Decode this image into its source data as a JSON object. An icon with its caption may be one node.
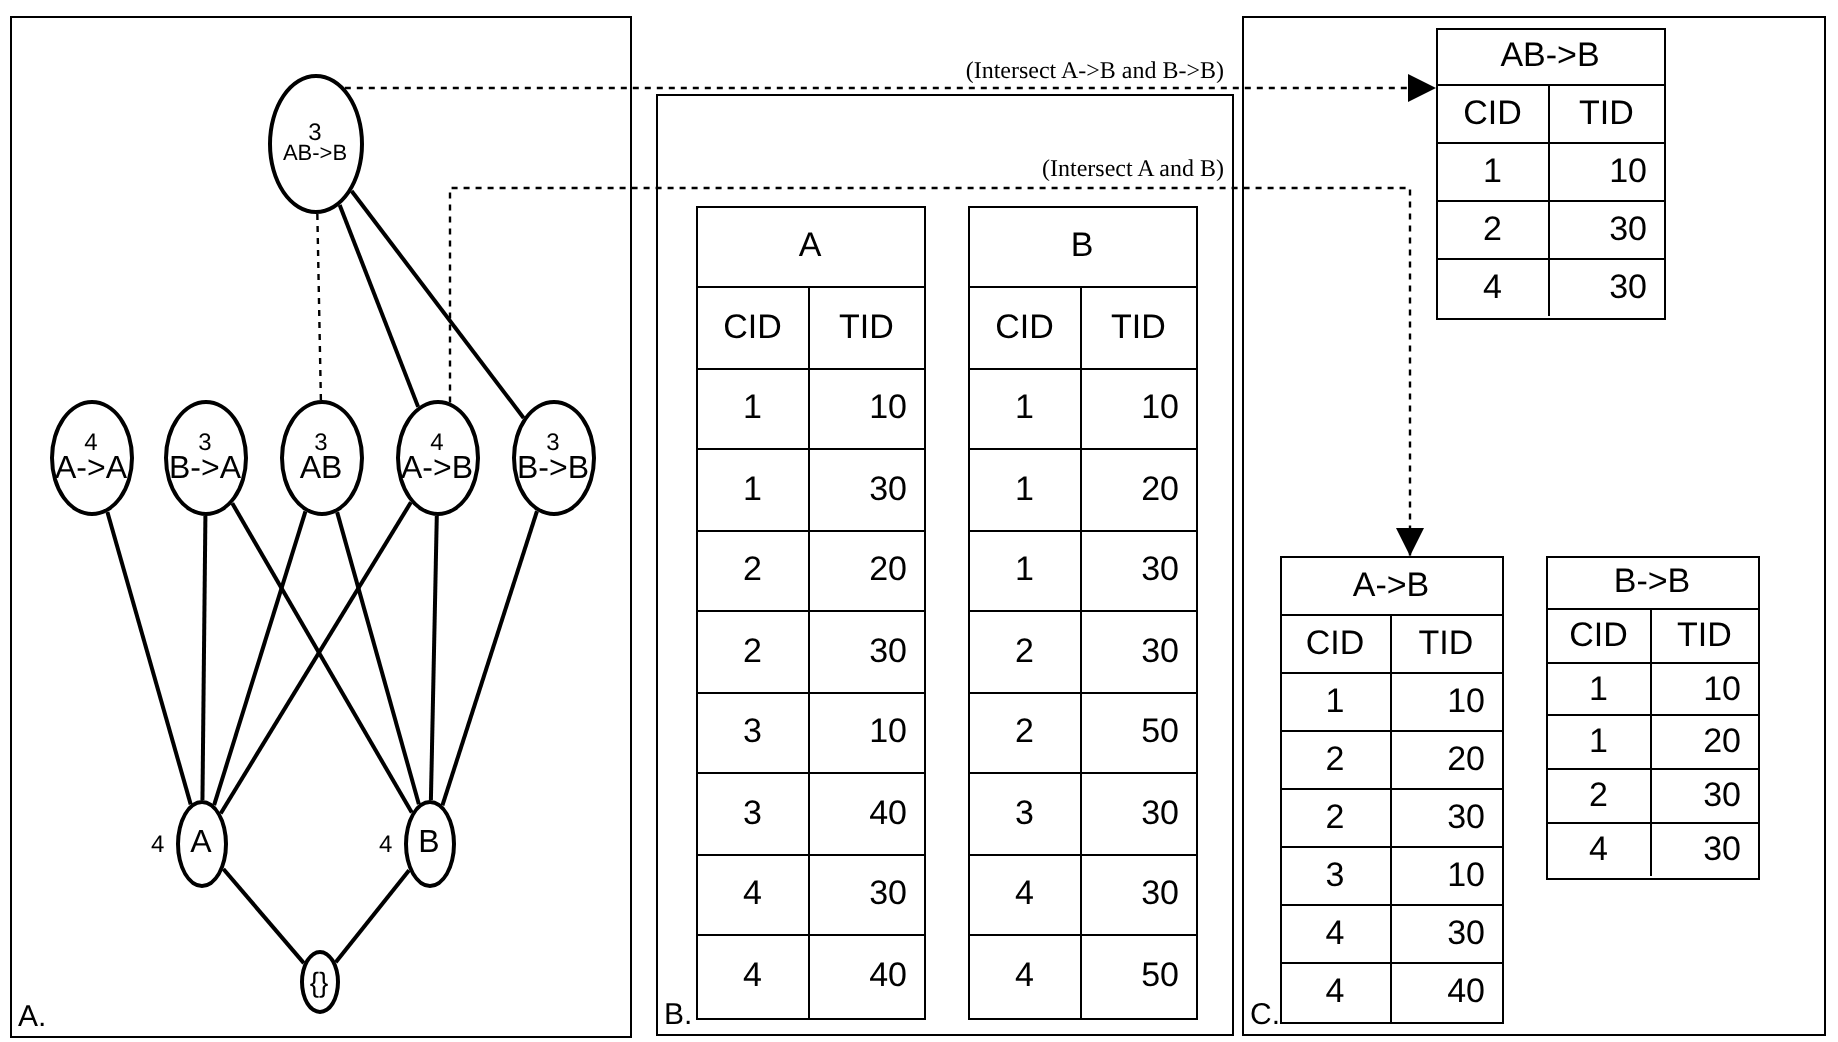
{
  "diagram": {
    "nodes": [
      {
        "text": [
          "A."
        ]
      },
      {
        "text": [
          "3",
          "AB->B"
        ],
        "in": 0
      },
      {
        "text": [
          "4",
          "A->A"
        ],
        "in": 0
      },
      {
        "text": [
          "3",
          "B->A"
        ],
        "in": 0
      },
      {
        "text": [
          "3",
          "AB"
        ],
        "in": 0
      },
      {
        "text": [
          "4",
          "A->B"
        ],
        "in": 0
      },
      {
        "text": [
          "3",
          "B->B"
        ],
        "in": 0
      },
      {
        "text": [
          "A"
        ],
        "beside": [
          "4"
        ],
        "in": 0
      },
      {
        "text": [
          "B"
        ],
        "beside": [
          "4"
        ],
        "in": 0
      },
      {
        "text": [
          "{}"
        ],
        "in": 0
      },
      {
        "text": [
          "B."
        ]
      },
      {
        "text": [
          "A",
          "CID",
          "TID",
          "1",
          "10",
          "1",
          "30",
          "2",
          "20",
          "2",
          "30",
          "3",
          "10",
          "3",
          "40",
          "4",
          "30",
          "4",
          "40"
        ],
        "in": 10
      },
      {
        "text": [
          "B",
          "CID",
          "TID",
          "1",
          "10",
          "1",
          "20",
          "1",
          "30",
          "2",
          "30",
          "2",
          "50",
          "3",
          "30",
          "4",
          "30",
          "4",
          "50"
        ],
        "in": 10
      },
      {
        "text": [
          "C."
        ]
      },
      {
        "text": [
          "AB->B",
          "CID",
          "TID",
          "1",
          "10",
          "2",
          "30",
          "4",
          "30"
        ],
        "in": 13
      },
      {
        "text": [
          "A->B",
          "CID",
          "TID",
          "1",
          "10",
          "2",
          "20",
          "2",
          "30",
          "3",
          "10",
          "4",
          "30",
          "4",
          "40"
        ],
        "in": 13
      },
      {
        "text": [
          "B->B",
          "CID",
          "TID",
          "1",
          "10",
          "1",
          "20",
          "2",
          "30",
          "4",
          "30"
        ],
        "in": 13
      }
    ],
    "edges": [
      {
        "from": 9,
        "to": 7,
        "arrow": "none"
      },
      {
        "from": 9,
        "to": 8,
        "arrow": "none"
      },
      {
        "from": 7,
        "to": 2,
        "arrow": "none"
      },
      {
        "from": 7,
        "to": 3,
        "arrow": "none"
      },
      {
        "from": 7,
        "to": 4,
        "arrow": "none"
      },
      {
        "from": 7,
        "to": 5,
        "arrow": "none"
      },
      {
        "from": 8,
        "to": 3,
        "arrow": "none"
      },
      {
        "from": 8,
        "to": 4,
        "arrow": "none"
      },
      {
        "from": 8,
        "to": 5,
        "arrow": "none"
      },
      {
        "from": 8,
        "to": 6,
        "arrow": "none"
      },
      {
        "from": 4,
        "to": 1,
        "arrow": "none",
        "style": "dashed"
      },
      {
        "from": 5,
        "to": 1,
        "arrow": "none"
      },
      {
        "from": 6,
        "to": 1,
        "arrow": "none"
      },
      {
        "from": 1,
        "to": 14,
        "arrow": "to",
        "style": "dashed",
        "label": "(Intersect A->B and B->B)"
      },
      {
        "from": 5,
        "to": 15,
        "arrow": "to",
        "style": "dashed",
        "label": "(Intersect A and B)"
      }
    ]
  }
}
